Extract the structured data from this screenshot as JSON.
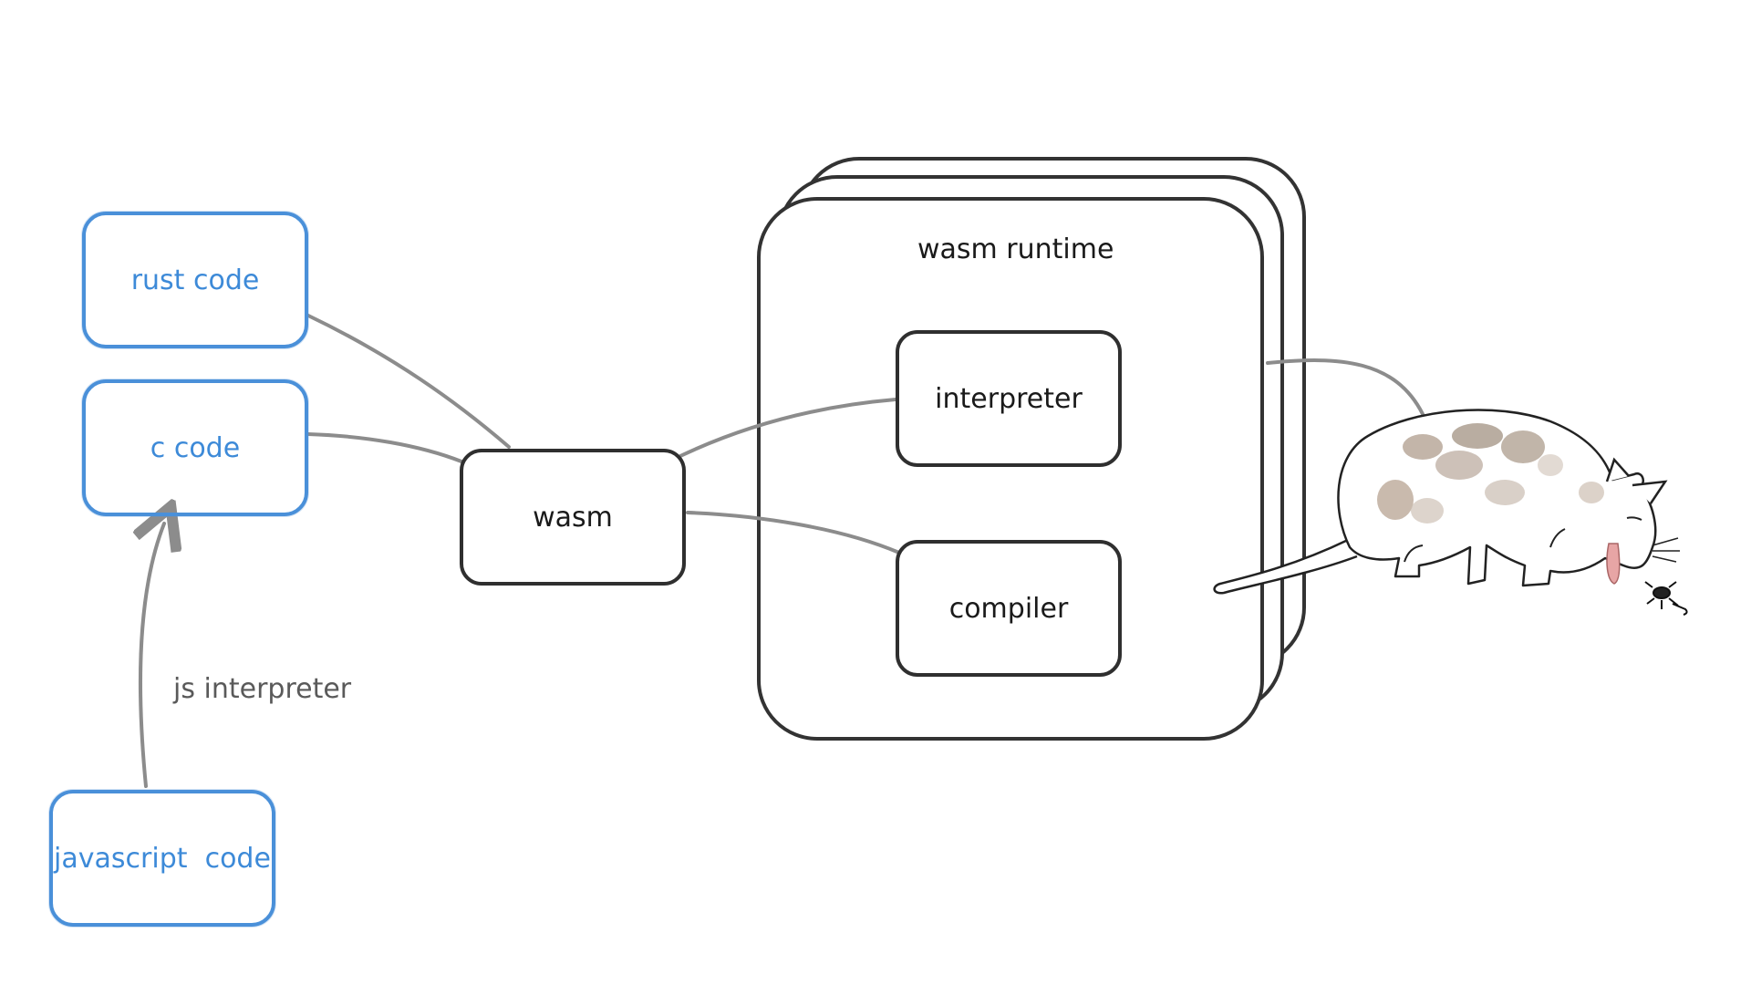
{
  "diagram": {
    "sources": {
      "rust": "rust code",
      "c": "c code",
      "javascript": "javascript  code"
    },
    "edge_labels": {
      "js": "js interpreter"
    },
    "wasm": "wasm",
    "runtime": {
      "title": "wasm runtime",
      "interpreter": "interpreter",
      "compiler": "compiler"
    },
    "illustration": "cat-eating-bug-icon",
    "colors": {
      "source_border": "#4a90d9",
      "source_text": "#3d8ad8",
      "node_border": "#2f2f2f",
      "connector": "#8c8c8c"
    }
  }
}
